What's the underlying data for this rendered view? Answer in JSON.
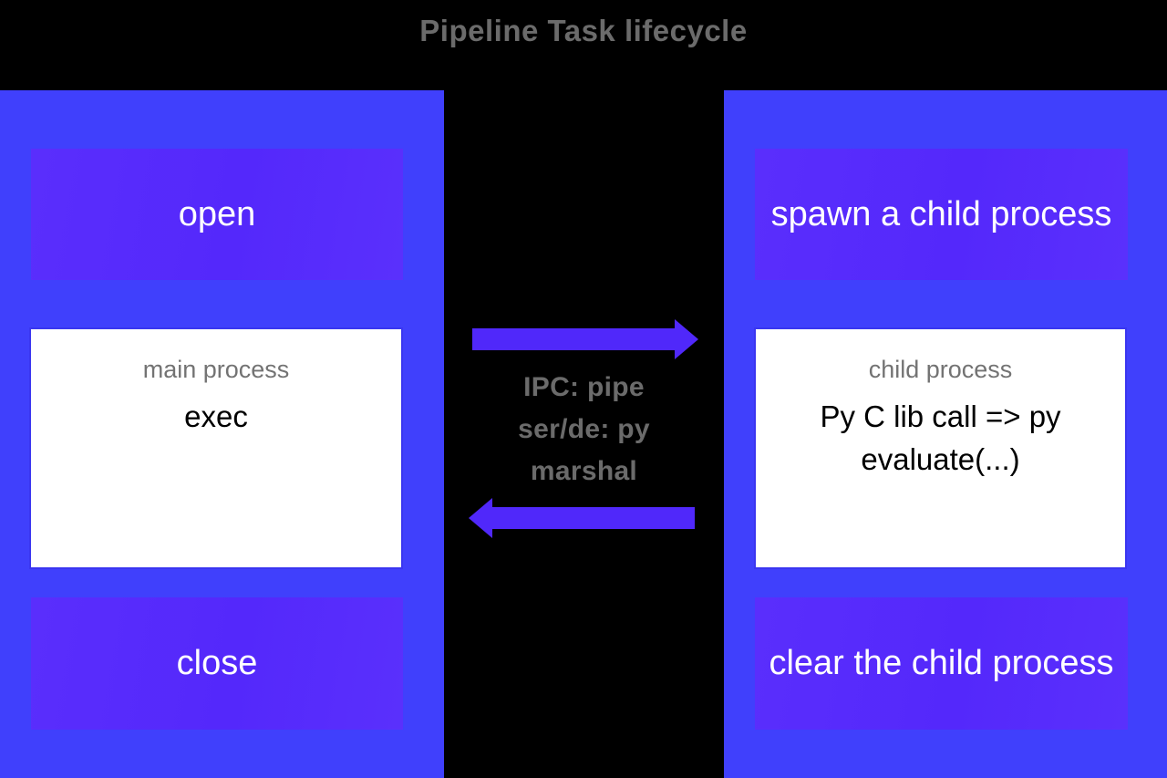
{
  "page": {
    "title": "Pipeline Task lifecycle",
    "background_color": "#000000",
    "column_color": "#4040fc",
    "card_color": "#5428fb",
    "arrow_color": "#5028fa",
    "title_color": "#6b6b6b"
  },
  "left_column": {
    "name": "main process column",
    "top_card": {
      "label": "open"
    },
    "process_card": {
      "header": "main process",
      "body": "exec"
    },
    "bottom_card": {
      "label": "close"
    }
  },
  "middle_column": {
    "arrow_right": {
      "icon": "arrow-right-icon",
      "direction": "right"
    },
    "arrow_left": {
      "icon": "arrow-left-icon",
      "direction": "left"
    },
    "caption_lines": [
      "IPC: pipe",
      "ser/de: py",
      "marshal"
    ]
  },
  "right_column": {
    "name": "child process column",
    "top_card": {
      "label": "spawn a child process"
    },
    "process_card": {
      "header": "child process",
      "body": "Py C lib call => py evaluate(...)"
    },
    "bottom_card": {
      "label": "clear the child process"
    }
  }
}
